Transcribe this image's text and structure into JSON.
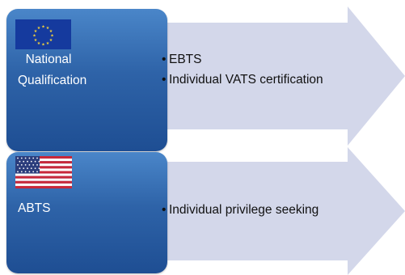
{
  "rows": [
    {
      "flag_icon": "eu-flag-icon",
      "label_lines": [
        "National",
        "Qualification"
      ],
      "bullets": [
        "EBTS",
        "Individual VATS certification"
      ]
    },
    {
      "flag_icon": "us-flag-icon",
      "label_lines": [
        "ABTS"
      ],
      "bullets": [
        "Individual privilege seeking"
      ]
    }
  ],
  "colors": {
    "arrow_fill": "#d3d7ea",
    "box_top": "#4a86c9",
    "box_bottom": "#1e4e93",
    "text_on_box": "#ffffff",
    "bullet_text": "#111111"
  },
  "bullet_glyph": "•"
}
